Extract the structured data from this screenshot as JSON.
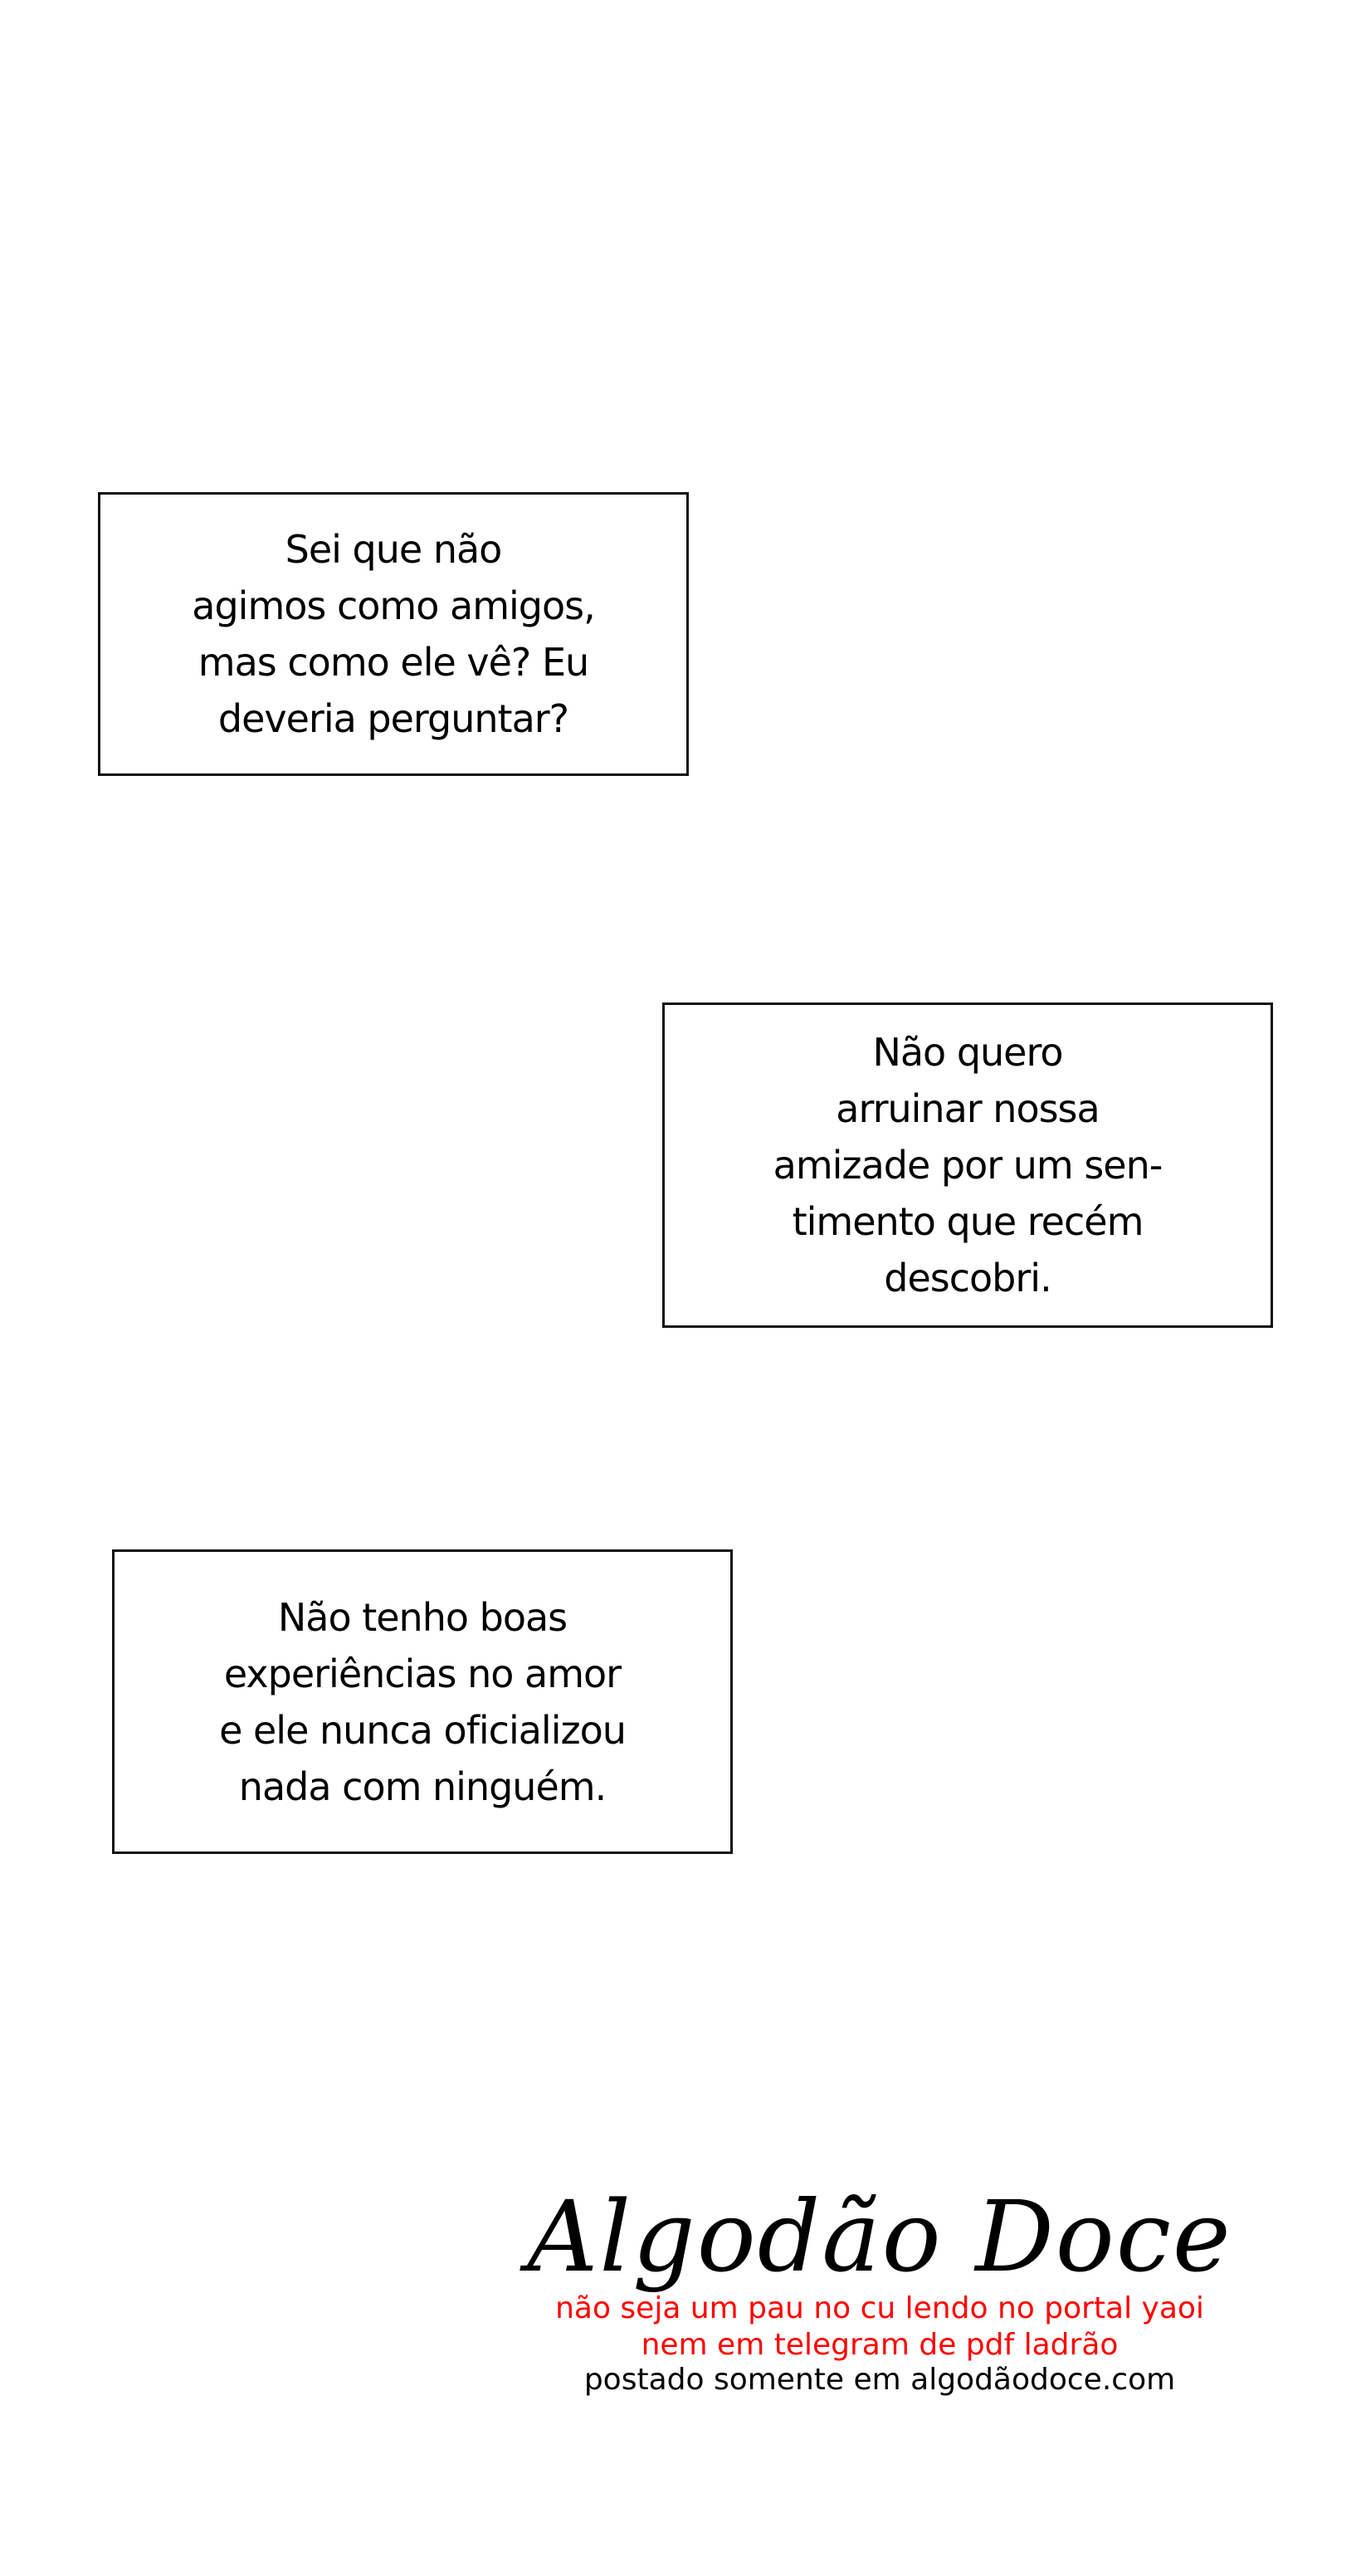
{
  "captions": [
    {
      "lines": [
        "Sei que não",
        "agimos como amigos,",
        "mas como ele vê? Eu",
        "deveria perguntar?"
      ]
    },
    {
      "lines": [
        "Não quero",
        "arruinar nossa",
        "amizade por um sen-",
        "timento que recém",
        "descobri."
      ]
    },
    {
      "lines": [
        "Não tenho boas",
        "experiências no amor",
        "e ele nunca oficializou",
        "nada com ninguém."
      ]
    }
  ],
  "watermark": {
    "logo_text": "Algodão Doce",
    "line1": "não seja um pau no cu lendo no portal yaoi",
    "line2": "nem em telegram de pdf ladrão",
    "line3": "postado somente em algodãodoce.com",
    "warning_color": "#ff0000"
  }
}
